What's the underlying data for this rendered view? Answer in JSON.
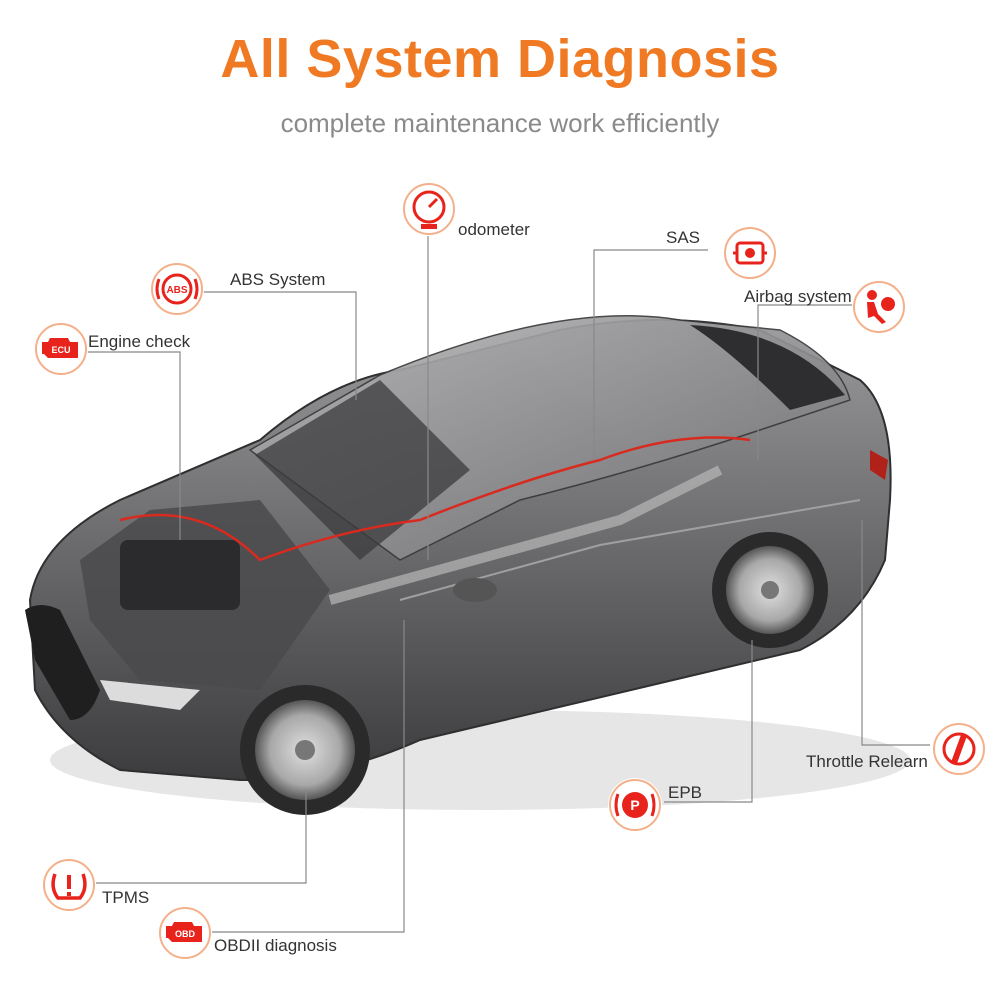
{
  "header": {
    "title": "All System Diagnosis",
    "subtitle": "complete maintenance work efficiently"
  },
  "colors": {
    "accent": "#f07a23",
    "icon_red": "#e8231c",
    "leader_line": "#888888",
    "car_body": "#6e6e70"
  },
  "features": {
    "odometer": {
      "label": "odometer",
      "icon": "gauge-icon"
    },
    "sas": {
      "label": "SAS",
      "icon": "steering-sensor-icon"
    },
    "abs": {
      "label": "ABS System",
      "icon": "abs-icon",
      "icon_text": "ABS"
    },
    "airbag": {
      "label": "Airbag system",
      "icon": "airbag-icon"
    },
    "engine": {
      "label": "Engine check",
      "icon": "ecu-engine-icon",
      "icon_text": "ECU"
    },
    "throttle": {
      "label": "Throttle Relearn",
      "icon": "throttle-icon"
    },
    "epb": {
      "label": "EPB",
      "icon": "parking-brake-icon",
      "icon_text": "P"
    },
    "tpms": {
      "label": "TPMS",
      "icon": "tire-pressure-icon"
    },
    "obd": {
      "label": "OBDII diagnosis",
      "icon": "obd-icon",
      "icon_text": "OBD"
    }
  }
}
